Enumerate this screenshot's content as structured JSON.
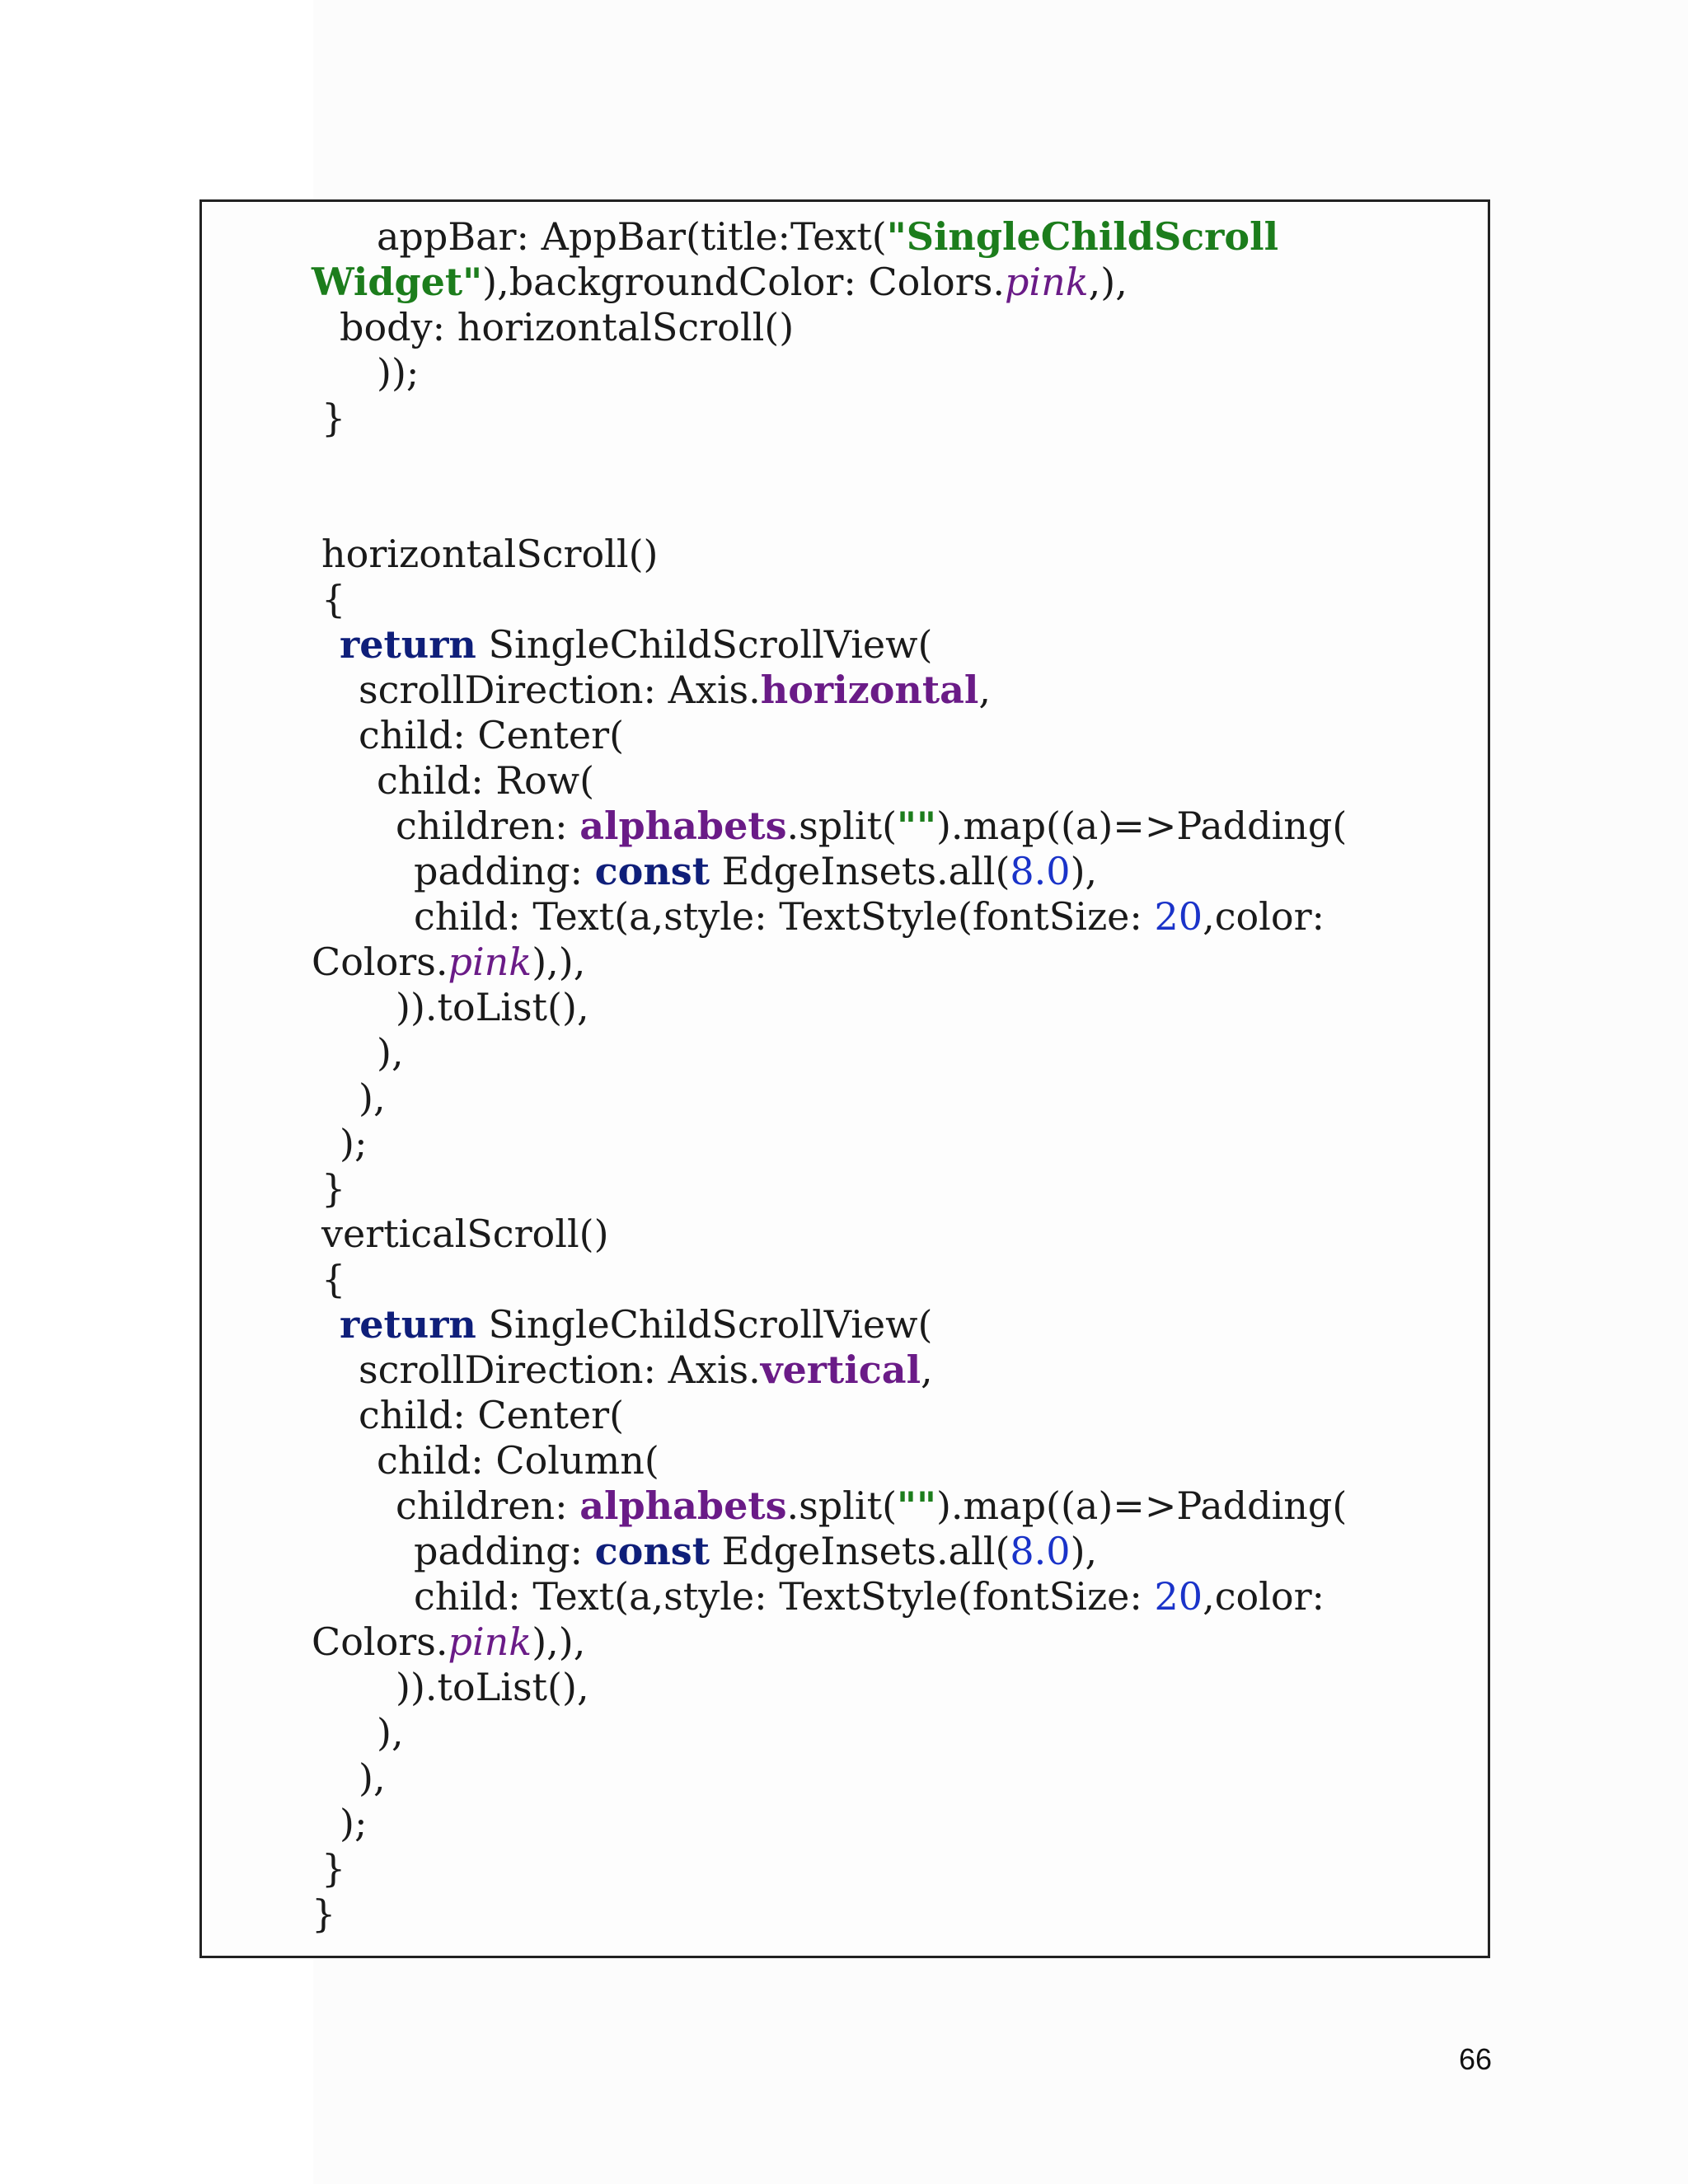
{
  "code": {
    "l1_a": "appBar: AppBar(title:Text(",
    "l1_str": "\"SingleChildScroll",
    "l2_str": "Widget\"",
    "l2_a": "),backgroundColor: Colors.",
    "l2_it": "pink",
    "l2_b": ",),",
    "l3": "body: horizontalScroll()",
    "l4": "));",
    "l5": "}",
    "l6": "horizontalScroll()",
    "l7": "{",
    "l8_kw": "return",
    "l8_a": " SingleChildScrollView(",
    "l9_a": "scrollDirection: Axis.",
    "l9_pur": "horizontal",
    "l9_b": ",",
    "l10": "child: Center(",
    "l11": "child: Row(",
    "l12_a": "children: ",
    "l12_pur": "alphabets",
    "l12_b": ".split(",
    "l12_str": "\"\"",
    "l12_c": ").map((a)=>Padding(",
    "l13_a": "padding: ",
    "l13_kw": "const",
    "l13_b": " EdgeInsets.all(",
    "l13_num": "8.0",
    "l13_c": "),",
    "l14_a": "child: Text(a,style: TextStyle(fontSize: ",
    "l14_num": "20",
    "l14_b": ",color:",
    "l15_a": "Colors.",
    "l15_it": "pink",
    "l15_b": "),),",
    "l16": ")).toList(),",
    "l17": "),",
    "l18": "),",
    "l19": ");",
    "l20": "}",
    "l21": "verticalScroll()",
    "l22": "{",
    "l23_kw": "return",
    "l23_a": " SingleChildScrollView(",
    "l24_a": "scrollDirection: Axis.",
    "l24_pur": "vertical",
    "l24_b": ",",
    "l25": "child: Center(",
    "l26": "child: Column(",
    "l27_a": "children: ",
    "l27_pur": "alphabets",
    "l27_b": ".split(",
    "l27_str": "\"\"",
    "l27_c": ").map((a)=>Padding(",
    "l28_a": "padding: ",
    "l28_kw": "const",
    "l28_b": " EdgeInsets.all(",
    "l28_num": "8.0",
    "l28_c": "),",
    "l29_a": "child: Text(a,style: TextStyle(fontSize: ",
    "l29_num": "20",
    "l29_b": ",color:",
    "l30_a": "Colors.",
    "l30_it": "pink",
    "l30_b": "),),",
    "l31": ")).toList(),",
    "l32": "),",
    "l33": "),",
    "l34": ");",
    "l35": "}",
    "l36": "}"
  },
  "page_number": "66",
  "colors": {
    "keyword": "#0f1f7a",
    "identifier": "#6a1b87",
    "string": "#1c7d1c",
    "number": "#1a33c9"
  }
}
